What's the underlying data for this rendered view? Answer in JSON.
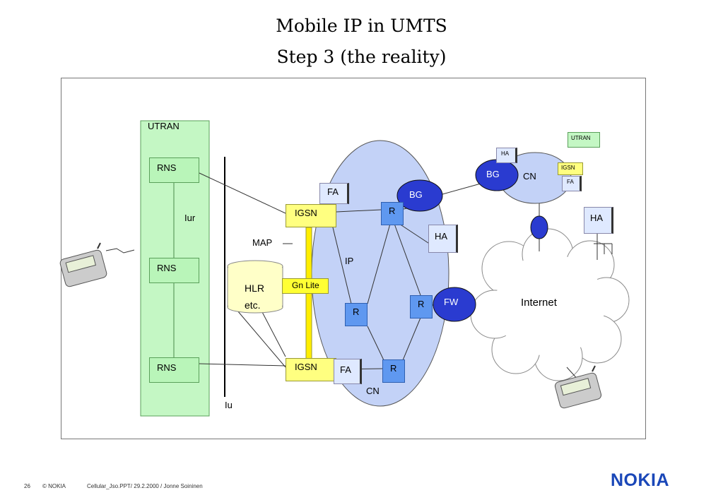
{
  "title": {
    "line1": "Mobile IP in UMTS",
    "line2": "Step 3 (the reality)"
  },
  "nodes": {
    "utran": "UTRAN",
    "rns1": "RNS",
    "rns2": "RNS",
    "rns3": "RNS",
    "iur": "Iur",
    "iu": "Iu",
    "map": "MAP",
    "hlr": "HLR",
    "etc": "etc.",
    "igsn_top": "IGSN",
    "igsn_bottom": "IGSN",
    "gn_lite": "Gn Lite",
    "fa_top": "FA",
    "fa_bottom": "FA",
    "ip": "IP",
    "r1": "R",
    "r2": "R",
    "r3": "R",
    "r4": "R",
    "cn_main": "CN",
    "bg1": "BG",
    "bg2": "BG",
    "ha_mid": "HA",
    "ha_right": "HA",
    "fw": "FW",
    "internet": "Internet",
    "cn_remote": "CN",
    "ha_small": "HA",
    "utran_small": "UTRAN",
    "igsn_small": "IGSN",
    "fa_small": "FA"
  },
  "footer": {
    "page": "26",
    "copyright": "© NOKIA",
    "file": "Cellular_Jso.PPT/ 29.2.2000 / Jonne Soininen",
    "logo": "NOKIA"
  }
}
